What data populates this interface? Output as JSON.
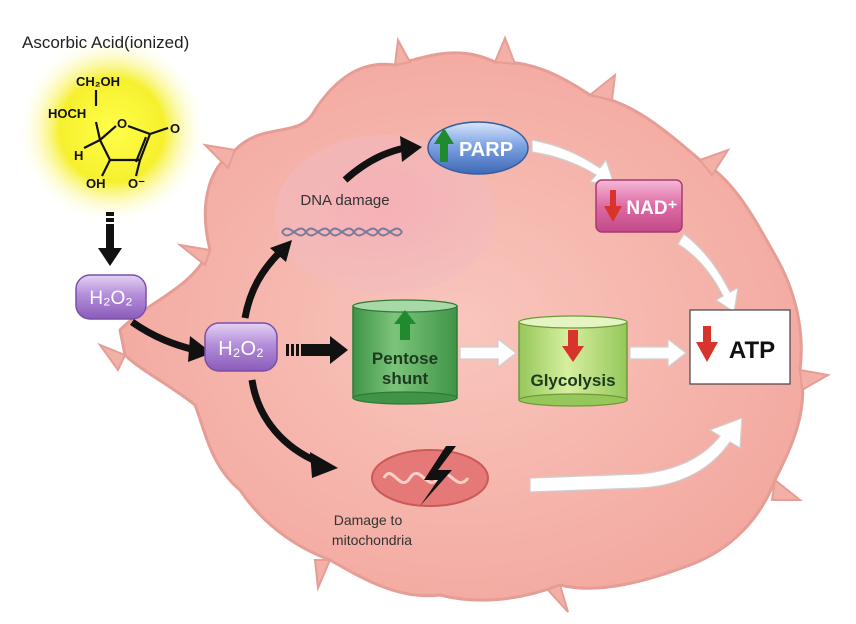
{
  "title": "Ascorbic Acid(ionized)",
  "molecule": {
    "ch2oh": "CH₂OH",
    "hoch": "HOCH",
    "h": "H",
    "o_ring": "O",
    "o_carbonyl": "O",
    "oh": "OH",
    "o_minus": "O⁻"
  },
  "h2o2_left": "H₂O₂",
  "h2o2_center": "H₂O₂",
  "dna_damage": "DNA damage",
  "parp": "PARP",
  "nad": "NAD⁺",
  "atp": "ATP",
  "pentose": {
    "line1": "Pentose",
    "line2": "shunt"
  },
  "glycolysis": "Glycolysis",
  "mito": {
    "line1": "Damage to",
    "line2": "mitochondria"
  },
  "colors": {
    "cell": "#f6b7ae",
    "cell_edge": "#e39a92",
    "h2o2": "#a57bcc",
    "parp": "#5b86cf",
    "nad": "#d9609e",
    "green_box": "#5fae62",
    "glyco_box": "#b6dc7e",
    "up_arrow": "#1f8a2e",
    "down_arrow": "#d9342b",
    "glow": "#f4ee2a"
  }
}
